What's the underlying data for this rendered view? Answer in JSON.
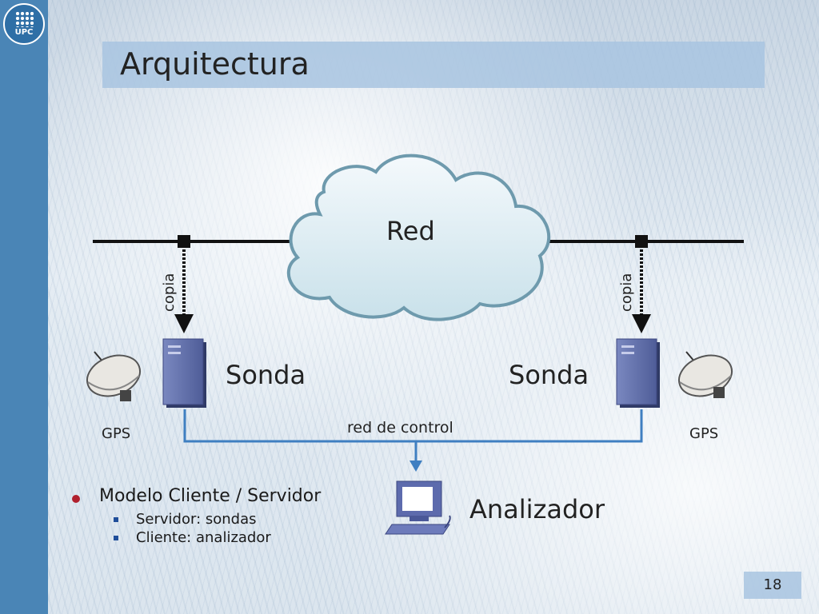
{
  "slide": {
    "title": "Arquitectura",
    "logo_text": "UPC",
    "page_number": "18"
  },
  "diagram": {
    "cloud_label": "Red",
    "copy_label_left": "copia",
    "copy_label_right": "copia",
    "probe_label_left": "Sonda",
    "probe_label_right": "Sonda",
    "gps_label_left": "GPS",
    "gps_label_right": "GPS",
    "control_net_label": "red de control",
    "analyzer_label": "Analizador"
  },
  "bullets": {
    "main": "Modelo Cliente / Servidor",
    "sub": [
      "Servidor: sondas",
      "Cliente: analizador"
    ]
  },
  "colors": {
    "accent": "#4a85b6",
    "bullet": "#b0202e",
    "server": "#6272ad",
    "control_line": "#3f7fc1"
  }
}
